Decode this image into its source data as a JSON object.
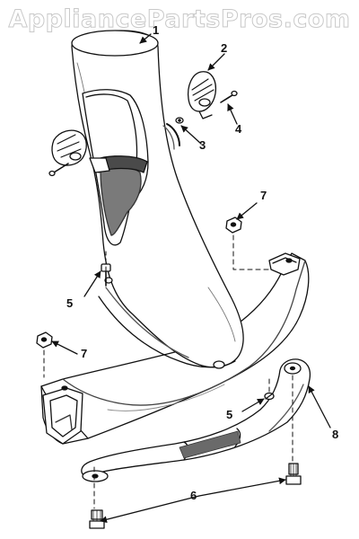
{
  "watermark": "AppliancePartsPros.com",
  "callouts": [
    {
      "label": "1"
    },
    {
      "label": "2"
    },
    {
      "label": "3"
    },
    {
      "label": "4"
    },
    {
      "label": "5"
    },
    {
      "label": "5"
    },
    {
      "label": "6"
    },
    {
      "label": "7"
    },
    {
      "label": "7"
    },
    {
      "label": "8"
    }
  ]
}
